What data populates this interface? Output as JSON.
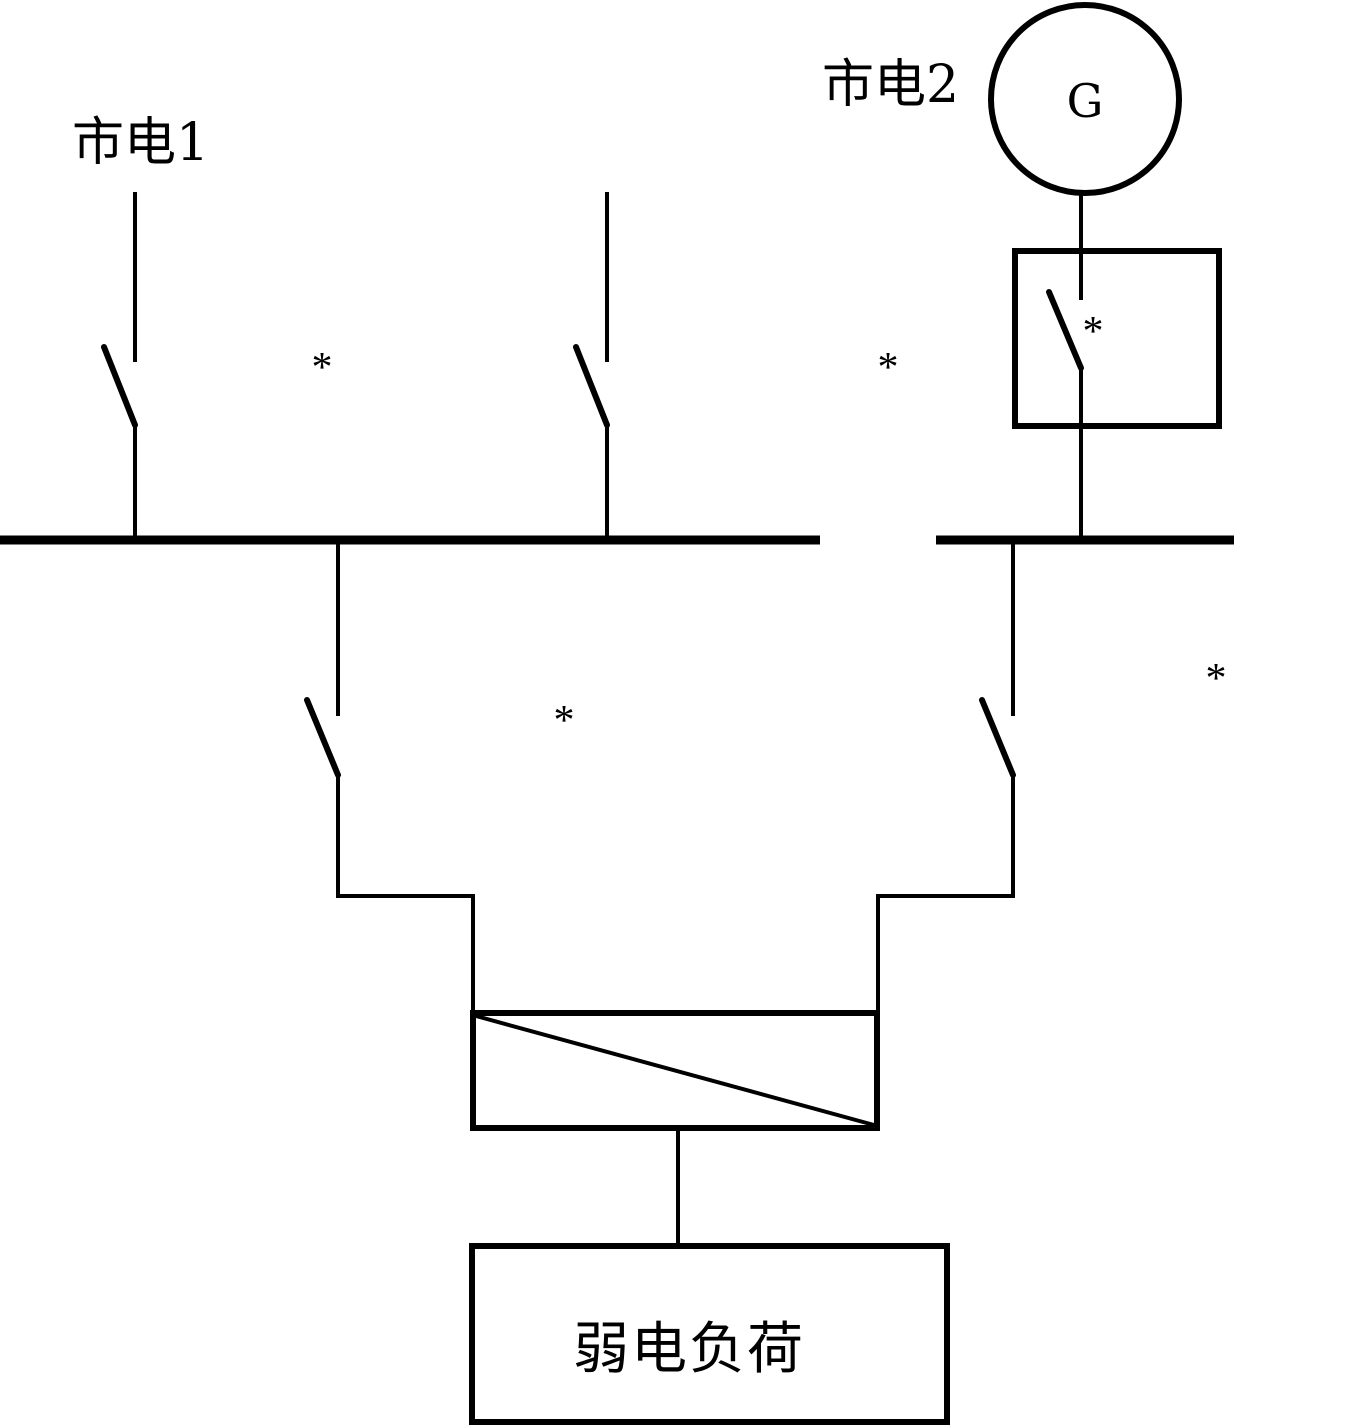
{
  "sources": {
    "mains1_label": "市电1",
    "mains2_label": "市电2",
    "generator_symbol": "G"
  },
  "load": {
    "label": "弱电负荷"
  },
  "markers": {
    "symbol": "*"
  },
  "colors": {
    "line": "#000000",
    "background": "#ffffff"
  }
}
